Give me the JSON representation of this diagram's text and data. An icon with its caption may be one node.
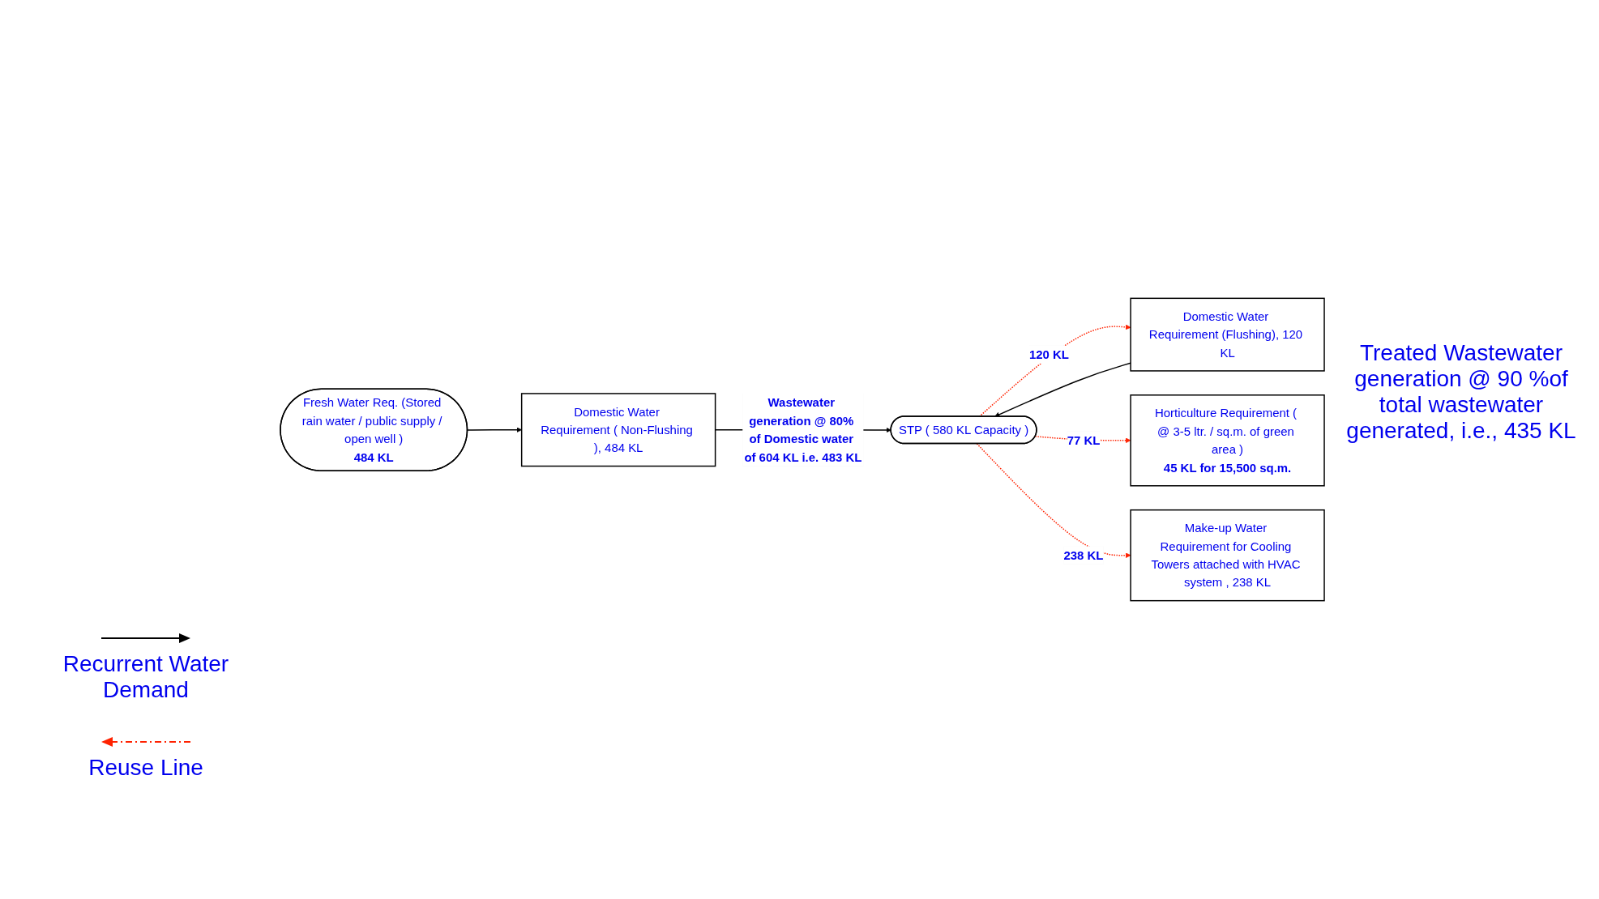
{
  "diagram": {
    "nodes": [
      {
        "text": [
          "Fresh Water Req. (Stored rain water / public supply / open well )",
          "484 KL"
        ]
      },
      {
        "text": [
          "Domestic Water Requirement ( Non-Flushing ), 484 KL"
        ]
      },
      {
        "text": [
          "Domestic Water Requirement (Flushing), 120 KL"
        ]
      },
      {
        "text": [
          "STP ( 580 KL Capacity )"
        ]
      },
      {
        "text": [
          "Horticulture Requirement ( @ 3-5 ltr. / sq.m. of green area )",
          "45 KL for 15,500 sq.m."
        ]
      },
      {
        "text": [
          "Make-up Water Requirement for Cooling Towers attached with HVAC system , 238 KL"
        ]
      }
    ],
    "edges": [
      {
        "from": 0,
        "to": 1,
        "arrow": "to"
      },
      {
        "from": 1,
        "to": 3,
        "arrow": "to",
        "label": "Wastewater generation @ 80% of Domestic water of 604 KL i.e. 483 KL"
      },
      {
        "from": 2,
        "to": 3,
        "arrow": "to"
      },
      {
        "from": 3,
        "to": 2,
        "arrow": "to",
        "label": "120 KL",
        "style": "dashed",
        "color": "#ff2200"
      },
      {
        "from": 3,
        "to": 4,
        "arrow": "to",
        "label": "77 KL",
        "style": "dashed",
        "color": "#ff2200"
      },
      {
        "from": 3,
        "to": 5,
        "arrow": "to",
        "label": "238 KL",
        "style": "dashed",
        "color": "#ff2200"
      }
    ],
    "labels": [
      "Treated Wastewater generation @ 90 %of total wastewater generated, i.e., 435 KL"
    ],
    "legend": [
      {
        "text": "Recurrent Water Demand"
      },
      {
        "text": "Reuse Line"
      }
    ]
  }
}
